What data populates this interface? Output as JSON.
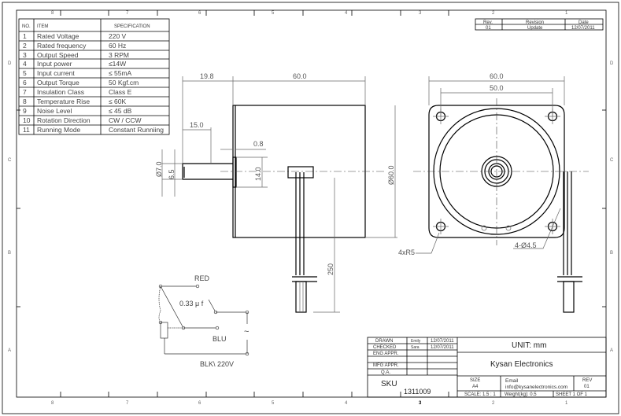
{
  "spec_table": {
    "headers": {
      "no": "NO.",
      "item": "ITEM",
      "spec": "SPECIFICATION"
    },
    "rows": [
      {
        "no": "1",
        "item": "Rated Voltage",
        "spec": "220 V"
      },
      {
        "no": "2",
        "item": "Rated frequency",
        "spec": "60 Hz"
      },
      {
        "no": "3",
        "item": "Output Speed",
        "spec": "3 RPM"
      },
      {
        "no": "4",
        "item": "Input power",
        "spec": "≤14W"
      },
      {
        "no": "5",
        "item": "Input current",
        "spec": "≤ 55mA"
      },
      {
        "no": "6",
        "item": "Output Torque",
        "spec": "50 Kgf.cm"
      },
      {
        "no": "7",
        "item": "Insulation Class",
        "spec": "Class E"
      },
      {
        "no": "8",
        "item": "Temperature Rise",
        "spec": "≤ 60K"
      },
      {
        "no": "9",
        "item": "Noise Level",
        "spec": "≤ 45 dB"
      },
      {
        "no": "10",
        "item": "Rotation Direction",
        "spec": "CW / CCW"
      },
      {
        "no": "11",
        "item": "Running Mode",
        "spec": "Constant Runniing"
      }
    ]
  },
  "revision_table": {
    "headers": {
      "rev": "Rev.",
      "revision": "Revision",
      "date": "Date"
    },
    "row": {
      "rev": "01",
      "revision": "Update",
      "date": "12/07/2011"
    }
  },
  "zones": {
    "columns": [
      "8",
      "7",
      "6",
      "5",
      "4",
      "3",
      "2",
      "1"
    ],
    "rows": [
      "D",
      "C",
      "B",
      "A"
    ]
  },
  "side_view_dims": {
    "shaft_offset": "19.8",
    "body_length": "60.0",
    "shaft_length": "15.0",
    "flange_thickness": "0.8",
    "shaft_dia": "Ø7.0",
    "shaft_flat": "6.5",
    "boss_dia": "14.0",
    "body_dia": "Ø60.0",
    "lead_length": "250"
  },
  "front_view_dims": {
    "overall_width": "60.0",
    "hole_spacing": "50.0",
    "corner_radius": "4xR5",
    "hole_dia": "4-Ø4.5"
  },
  "wiring": {
    "red": "RED",
    "capacitor": "0.33 μ f",
    "blu": "BLU",
    "blk": "BLK\\ 220V",
    "ac_symbol": "~"
  },
  "title_block": {
    "drawn_label": "DRAWN",
    "drawn_by": "Emily",
    "drawn_date": "12/07/2011",
    "checked_label": "CHECKED",
    "checked_by": "Sara",
    "checked_date": "12/07/2011",
    "eng_label": "ENG APPR.",
    "mfg_label": "MFG APPR.",
    "qa_label": "Q.A.",
    "unit": "UNIT: mm",
    "company": "Kysan Electronics",
    "sku_label": "SKU",
    "sku": "1311009",
    "size_label": "SIZE",
    "size": "A4",
    "email_label": "Email",
    "email": "info@kysanelectronics.com",
    "rev_label": "REV",
    "rev": "01",
    "scale": "SCALE: 1.5 : 1",
    "weight": "Weight(kg): 0.5",
    "sheet": "SHEET 1 OF 1"
  }
}
